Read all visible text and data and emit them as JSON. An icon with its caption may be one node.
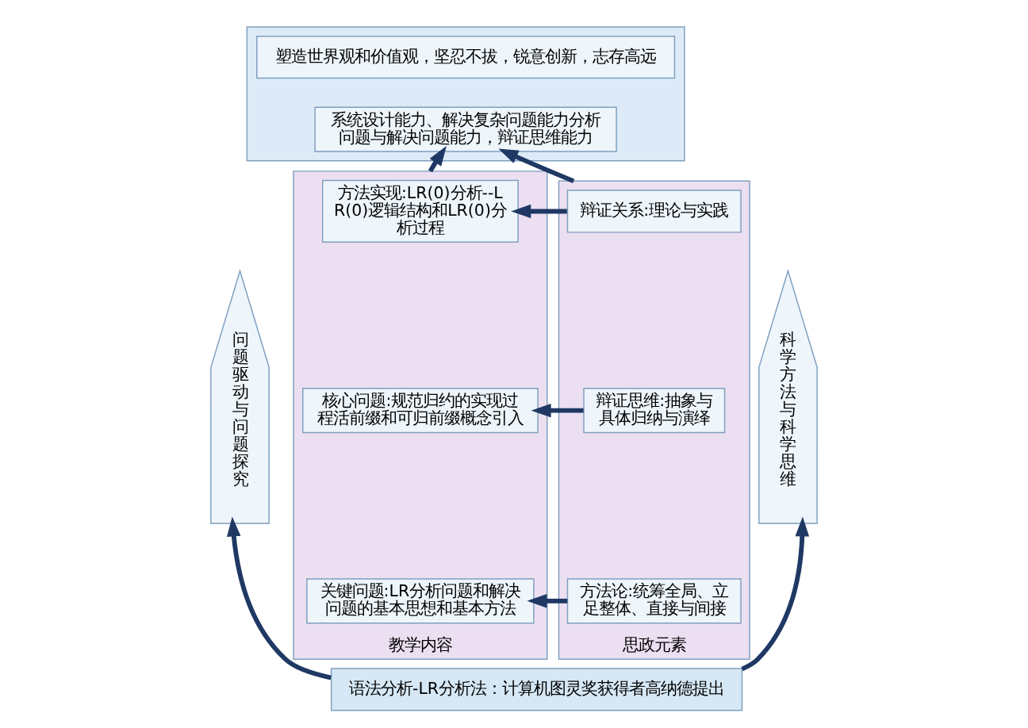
{
  "diagram": {
    "nodes": [
      {
        "text": [],
        "shape": "box"
      },
      {
        "text": [
          "塑造世界观和价值观，坚忍不拔，锐意创新，志存高远"
        ],
        "in": 0
      },
      {
        "text": [
          "系统设计能力、解决复杂问题能力分析问题与解决问题能力，辩证思维能力"
        ],
        "in": 0
      },
      {
        "text": [
          "教学内容"
        ]
      },
      {
        "text": [
          "方法实现:LR(0)分析--LR(0)逻辑结构和LR(0)分析过程"
        ],
        "in": 3
      },
      {
        "text": [
          "核心问题:规范归约的实现过程活前缀和可归前缀概念引入"
        ],
        "in": 3
      },
      {
        "text": [
          "关键问题:LR分析问题和解决问题的基本思想和基本方法"
        ],
        "in": 3
      },
      {
        "text": [
          "思政元素"
        ]
      },
      {
        "text": [
          "辩证关系:理论与实践"
        ],
        "in": 7
      },
      {
        "text": [
          "辩证思维:抽象与具体归纳与演绎"
        ],
        "in": 7
      },
      {
        "text": [
          "方法论:统筹全局、立足整体、直接与间接"
        ],
        "in": 7
      },
      {
        "text": [
          "问题驱动与问题探究"
        ]
      },
      {
        "text": [
          "科学方法与科学思维"
        ]
      },
      {
        "text": [
          "语法分析-LR分析法：计算机图灵奖获得者高纳德提出"
        ]
      }
    ],
    "edges": [
      {
        "from": 3,
        "to": 2,
        "arrow": "to"
      },
      {
        "from": 7,
        "to": 2,
        "arrow": "to"
      },
      {
        "from": 8,
        "to": 4,
        "arrow": "to"
      },
      {
        "from": 9,
        "to": 5,
        "arrow": "to"
      },
      {
        "from": 10,
        "to": 6,
        "arrow": "to"
      },
      {
        "from": 13,
        "to": 11,
        "arrow": "to"
      },
      {
        "from": 13,
        "to": 12,
        "arrow": "to"
      }
    ]
  }
}
